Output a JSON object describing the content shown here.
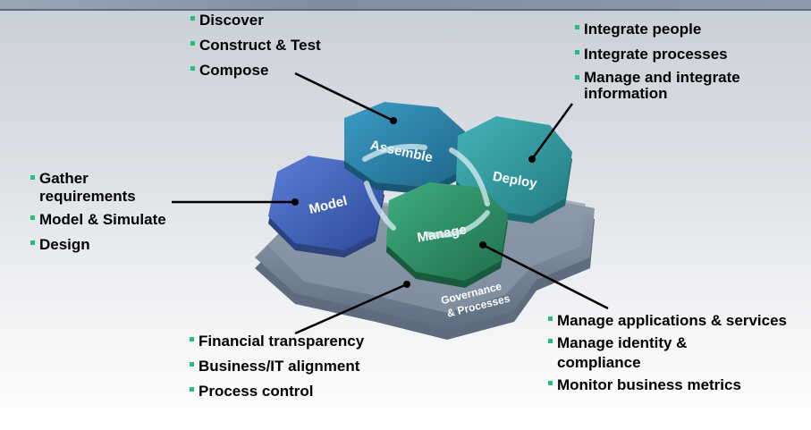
{
  "colors": {
    "bullet": "#22c07a",
    "model": "#3e5db8",
    "assemble": "#2b7fa6",
    "deploy": "#2f9a9e",
    "manage": "#2e8a64",
    "governance": "#6f7f91"
  },
  "hexes": {
    "model": "Model",
    "assemble": "Assemble",
    "deploy": "Deploy",
    "manage": "Manage",
    "governance_line1": "Governance",
    "governance_line2": "& Processes"
  },
  "assemble_items": [
    "Discover",
    "Construct & Test",
    "Compose"
  ],
  "deploy_items": [
    "Integrate people",
    "Integrate processes",
    "Manage and integrate information"
  ],
  "model_items": [
    "Gather requirements",
    "Model & Simulate",
    "Design"
  ],
  "governance_items": [
    "Financial transparency",
    "Business/IT alignment",
    "Process control"
  ],
  "manage_items": [
    "Manage applications & services",
    "Manage identity & compliance",
    "Monitor business metrics"
  ]
}
